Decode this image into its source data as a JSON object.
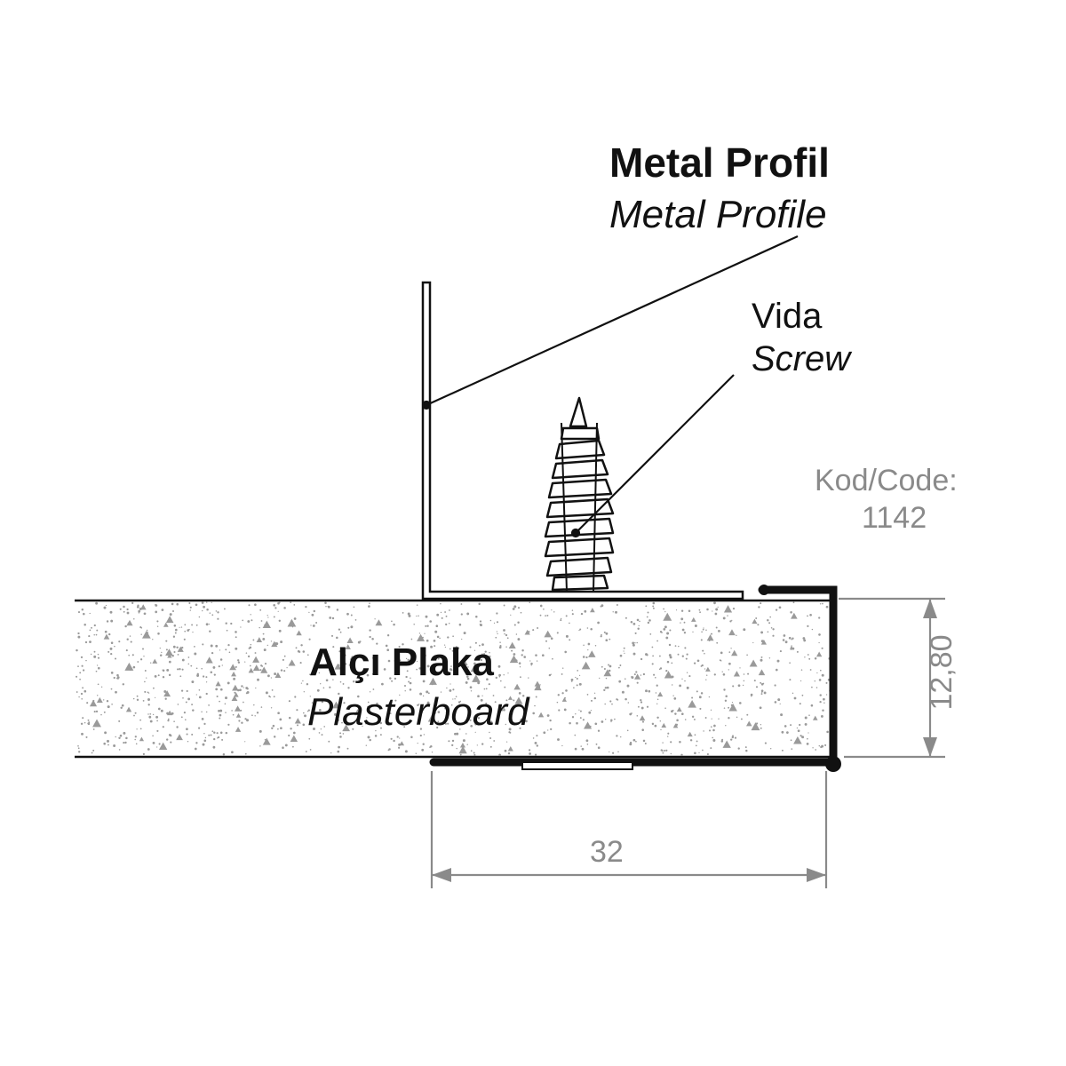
{
  "labels": {
    "metal_profile_tr": "Metal Profil",
    "metal_profile_en": "Metal Profile",
    "screw_tr": "Vida",
    "screw_en": "Screw",
    "plasterboard_tr": "Alçı Plaka",
    "plasterboard_en": "Plasterboard"
  },
  "code": {
    "label": "Kod/Code:",
    "value": "1142"
  },
  "dimensions": {
    "width": "32",
    "thickness": "12,80"
  },
  "colors": {
    "line": "#111111",
    "dimension": "#8a8a8a",
    "texture": "#9a9a9a"
  }
}
